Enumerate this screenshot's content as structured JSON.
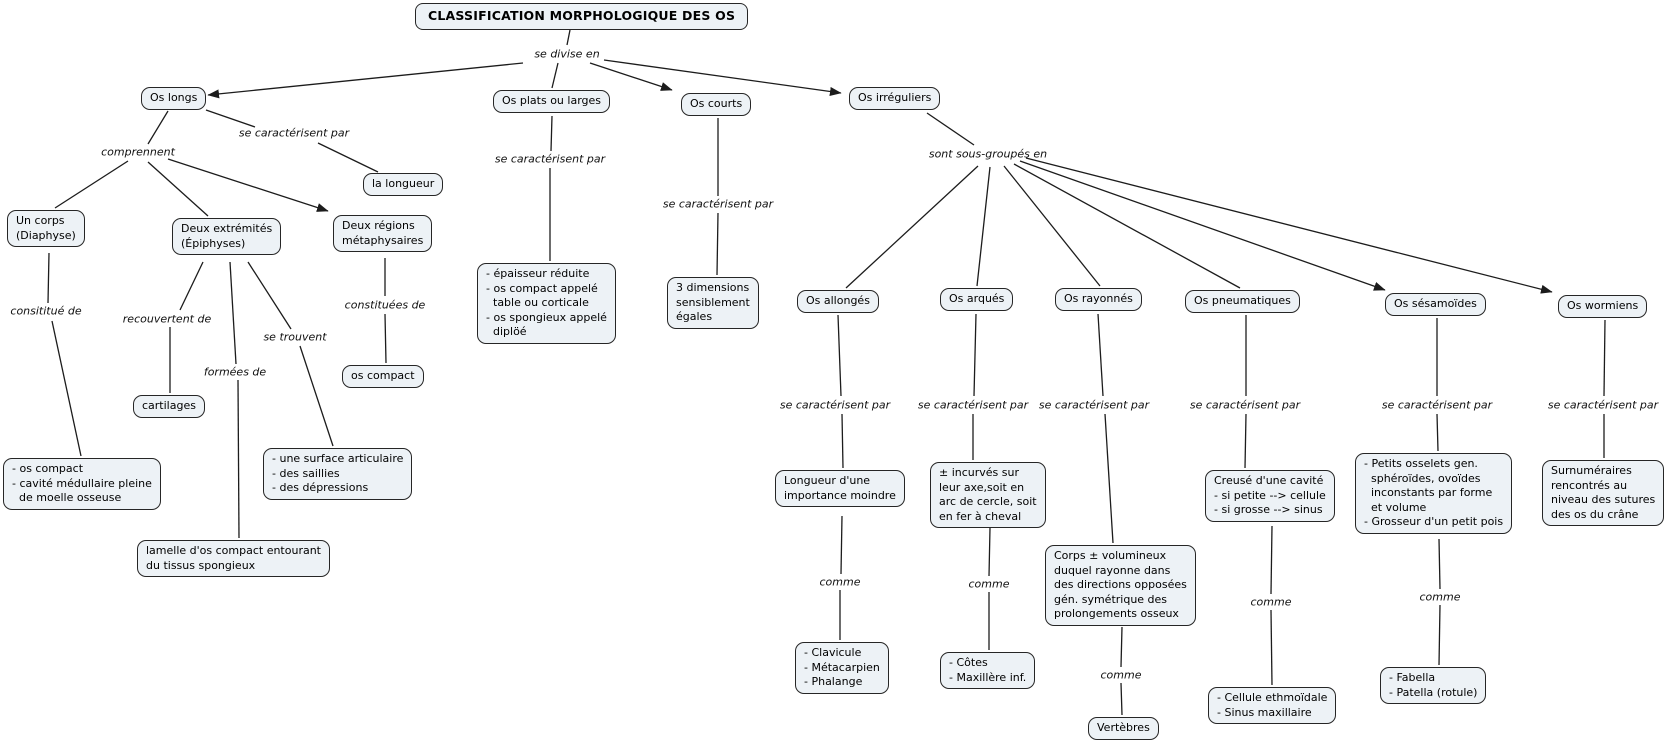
{
  "title": "CLASSIFICATION MORPHOLOGIQUE DES OS",
  "link_labels": {
    "se_divise_en": "se divise en",
    "comprennent": "comprennent",
    "se_caracterisent_par": "se caractérisent par",
    "sont_sous_groupes_en": "sont sous-groupés en",
    "consititue_de": "consititué de",
    "recouvertent_de": "recouvertent de",
    "se_trouvent": "se trouvent",
    "formees_de": "formées de",
    "constituees_de": "constituées de",
    "comme": "comme"
  },
  "nodes": {
    "os_longs": "Os longs",
    "os_plats": "Os plats ou larges",
    "os_courts": "Os courts",
    "os_irreguliers": "Os irréguliers",
    "la_longueur": "la longueur",
    "un_corps": "Un corps\n(Diaphyse)",
    "deux_extremites": "Deux extrémités\n(Épiphyses)",
    "deux_regions": "Deux régions\nmétaphysaires",
    "os_compact": "os compact",
    "cartilages": "cartilages",
    "diaphyse_constitution": "- os compact\n- cavité médullaire pleine\n  de moelle osseuse",
    "epiphyses_reliefs": "- une surface articulaire\n- des saillies\n- des dépressions",
    "lamelle": "lamelle d'os compact entourant\ndu tissus spongieux",
    "plats_caracteristiques": "- épaisseur réduite\n- os compact appelé\n  table ou corticale\n- os spongieux appelé\n  diplöé",
    "courts_caracteristiques": "3 dimensions\nsensiblement\négales",
    "os_allonges": "Os allongés",
    "os_arques": "Os arqués",
    "os_rayonnes": "Os rayonnés",
    "os_pneumatiques": "Os pneumatiques",
    "os_sesamoides": "Os sésamoïdes",
    "os_wormiens": "Os wormiens",
    "allonges_caracteristiques": "Longueur d'une\nimportance moindre",
    "arques_caracteristiques": "± incurvés sur\nleur axe,soit en\narc de cercle, soit\nen fer à cheval",
    "rayonnes_caracteristiques": "Corps ± volumineux\nduquel rayonne dans\ndes directions opposées\ngén. symétrique des\nprolongements osseux",
    "pneumatiques_caracteristiques": "Creusé d'une cavité\n- si petite --> cellule\n- si grosse --> sinus",
    "sesamoides_caracteristiques": "- Petits osselets gen.\n  sphéroïdes, ovoïdes\n  inconstants par forme\n  et volume\n- Grosseur d'un petit pois",
    "wormiens_caracteristiques": "Surnuméraires\nrencontrés au\nniveau des sutures\ndes os du crâne",
    "allonges_exemples": "- Clavicule\n- Métacarpien\n- Phalange",
    "arques_exemples": "- Côtes\n- Maxillère inf.",
    "rayonnes_exemples": "Vertèbres",
    "pneumatiques_exemples": "- Cellule ethmoïdale\n- Sinus maxillaire",
    "sesamoides_exemples": "- Fabella\n- Patella (rotule)"
  },
  "colors": {
    "node_fill": "#edf2f6",
    "node_border": "#262626",
    "line": "#1c1c1c",
    "background": "#ffffff"
  }
}
